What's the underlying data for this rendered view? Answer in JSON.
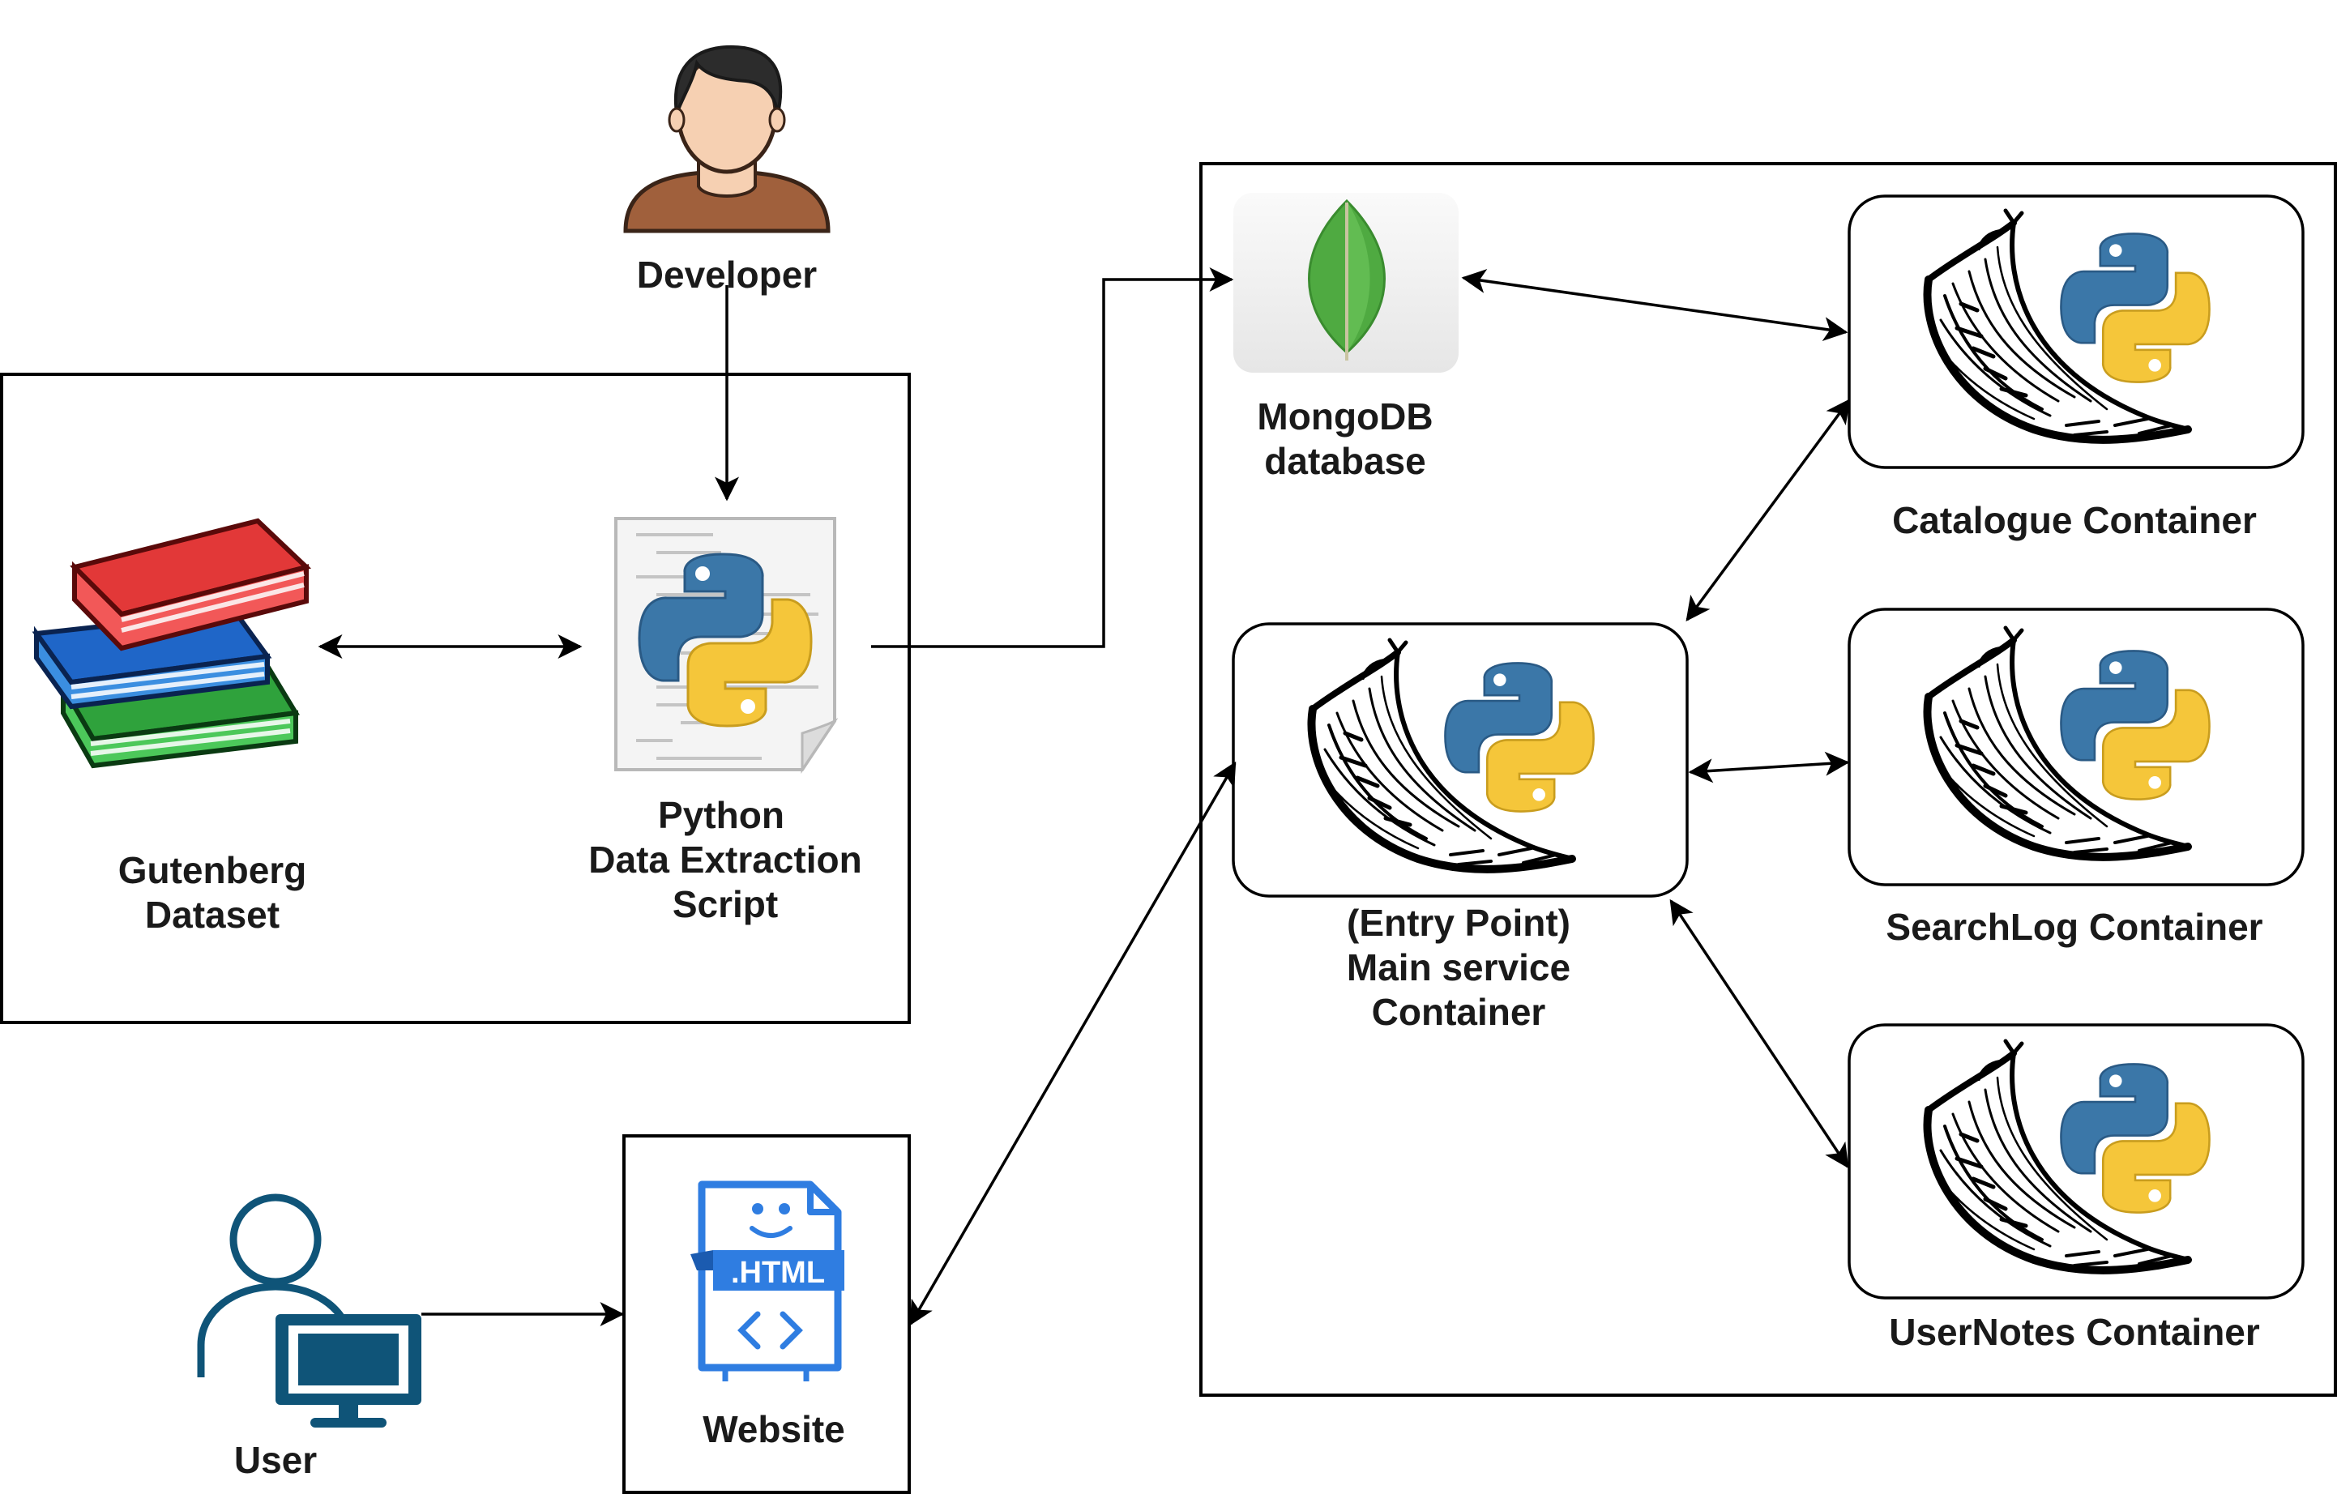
{
  "labels": {
    "developer": "Developer",
    "gutenberg_line1": "Gutenberg",
    "gutenberg_line2": "Dataset",
    "python_line1": "Python",
    "python_line2": "Data Extraction",
    "python_line3": "Script",
    "mongo_line1": "MongoDB",
    "mongo_line2": "database",
    "catalogue": "Catalogue Container",
    "searchlog": "SearchLog Container",
    "usernotes": "UserNotes Container",
    "main_line1": "(Entry Point)",
    "main_line2": "Main service",
    "main_line3": "Container",
    "website": "Website",
    "user": "User",
    "html_badge": ".HTML"
  },
  "icons": {
    "developer": "person-avatar-icon",
    "gutenberg": "books-stack-icon",
    "script": "python-script-file-icon",
    "mongo": "mongodb-leaf-icon",
    "container": "flask-python-icon",
    "website": "html-file-icon",
    "user": "user-computer-icon"
  },
  "colors": {
    "python_blue": "#3b77a8",
    "python_yellow": "#f5c63a",
    "mongo_green": "#4faa41",
    "html_blue": "#2f7de1",
    "user_teal": "#0f5478",
    "dev_skin": "#f6d0b2",
    "dev_shirt": "#a0603c"
  }
}
